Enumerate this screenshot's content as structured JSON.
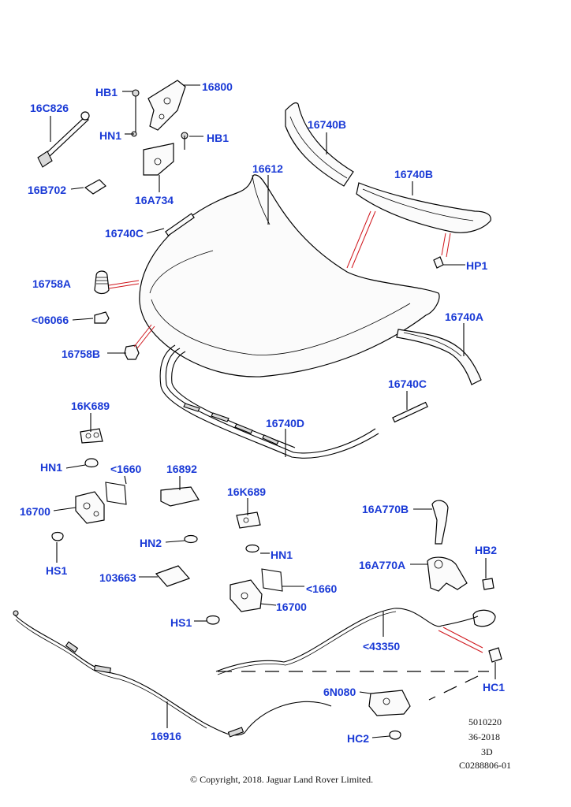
{
  "labels": {
    "l16C826": "16C826",
    "lHB1a": "HB1",
    "l16800": "16800",
    "lHN1a": "HN1",
    "lHB1b": "HB1",
    "l16B702": "16B702",
    "l16A734": "16A734",
    "l16740B_a": "16740B",
    "l16612": "16612",
    "l16740B_b": "16740B",
    "l16740C_a": "16740C",
    "lHP1": "HP1",
    "l16758A": "16758A",
    "l06066": "<06066",
    "l16740A": "16740A",
    "l16758B": "16758B",
    "l16740C_b": "16740C",
    "l16K689_a": "16K689",
    "l16740D": "16740D",
    "lHN1b": "HN1",
    "l1660a": "<1660",
    "l16892": "16892",
    "l16700a": "16700",
    "l16K689_b": "16K689",
    "l16A770B": "16A770B",
    "lHN2": "HN2",
    "lHN1c": "HN1",
    "lHS1a": "HS1",
    "lHB2": "HB2",
    "l16A770A": "16A770A",
    "l103663": "103663",
    "l1660b": "<1660",
    "l16700b": "16700",
    "lHS1b": "HS1",
    "l43350": "<43350",
    "l6N080": "6N080",
    "lHC1": "HC1",
    "l16916": "16916",
    "lHC2": "HC2"
  },
  "meta": {
    "code1": "5010220",
    "code2": "36-2018",
    "code3": "3D",
    "code4": "C0288806-01",
    "copyright": "© Copyright, 2018. Jaguar Land Rover Limited."
  }
}
